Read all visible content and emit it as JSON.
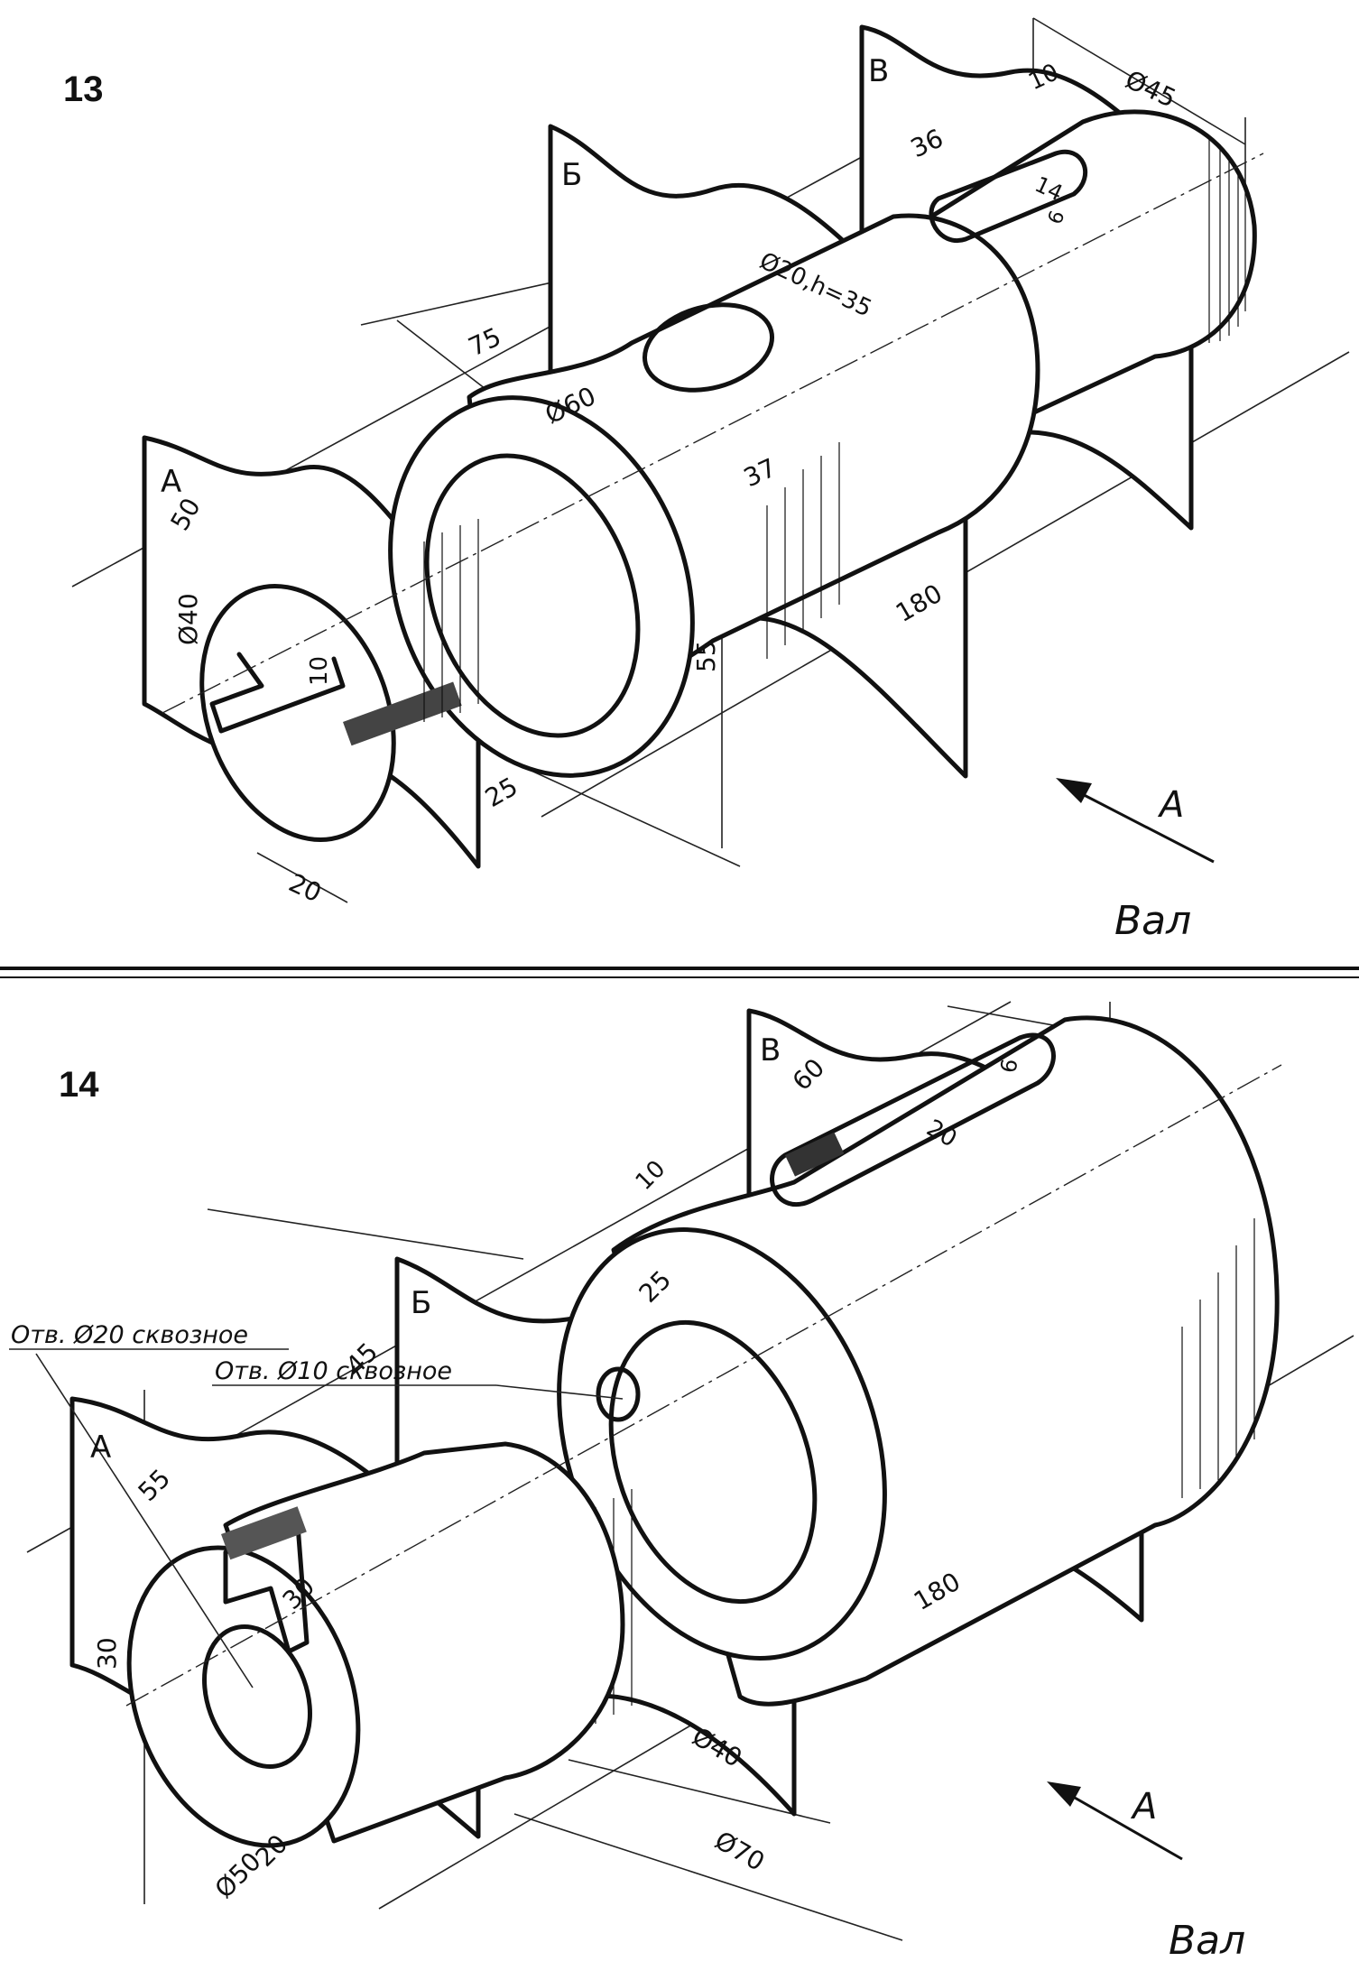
{
  "figures": [
    {
      "number": "13",
      "title": "Вал",
      "direction_label": "А",
      "section_planes": [
        "А",
        "Б",
        "В"
      ],
      "dimensions": {
        "d1": "50",
        "d2": "Ø40",
        "d3": "10",
        "d4": "25",
        "d5": "20",
        "d6": "75",
        "d7": "Ø60",
        "d8": "37",
        "d9": "55",
        "d10": "180",
        "d11": "Ø20,h=35",
        "d12": "36",
        "d13": "10",
        "d14": "14",
        "d15": "6",
        "d16": "Ø45"
      }
    },
    {
      "number": "14",
      "title": "Вал",
      "direction_label": "А",
      "section_planes": [
        "А",
        "Б",
        "В"
      ],
      "notes": [
        "Отв. Ø10 сквозное",
        "Отв. Ø20 сквозное"
      ],
      "dimensions": {
        "d1": "55",
        "d2": "30",
        "d3": "30",
        "d4": "20",
        "d5": "Ø50",
        "d6": "45",
        "d7": "25",
        "d8": "10",
        "d9": "60",
        "d10": "20",
        "d11": "6",
        "d12": "Ø40",
        "d13": "Ø70",
        "d14": "180"
      }
    }
  ]
}
